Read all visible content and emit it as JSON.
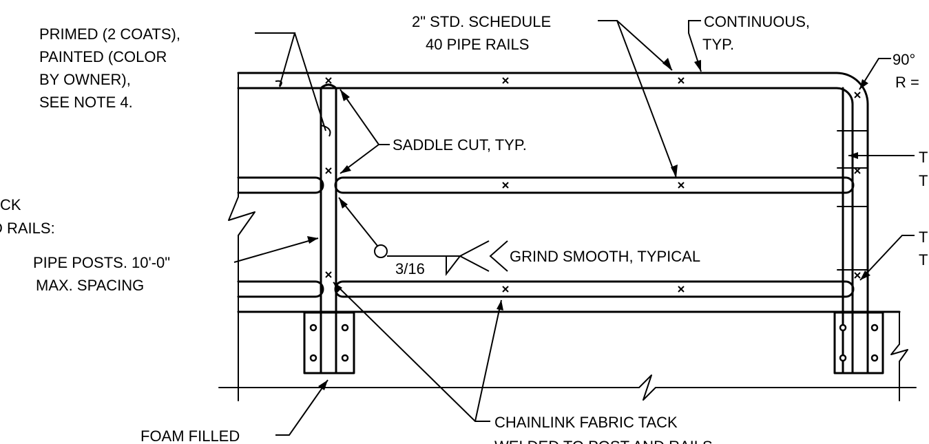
{
  "callouts": {
    "primed_line1": "PRIMED (2 COATS),",
    "primed_line2": "PAINTED (COLOR",
    "primed_line3": "BY OWNER),",
    "primed_line4": "SEE NOTE 4.",
    "pipe_rails_line1": "2\" STD. SCHEDULE",
    "pipe_rails_line2": "40 PIPE RAILS",
    "continuous_line1": "CONTINUOUS,",
    "continuous_line2": "TYP.",
    "bend_line1": "90°",
    "bend_line2": "R =",
    "saddle_cut": "SADDLE CUT, TYP.",
    "left_cut_line1": "CK",
    "left_cut_line2": "D RAILS:",
    "posts_line1": "PIPE POSTS. 10'-0\"",
    "posts_line2": "MAX. SPACING",
    "grind": "GRIND SMOOTH, TYPICAL",
    "weld_size": "3/16",
    "right_t1": "T",
    "right_t2": "T",
    "right_t3": "T",
    "right_t4": "T",
    "foam": "FOAM FILLED",
    "chainlink_line1": "CHAINLINK FABRIC TACK",
    "chainlink_line2": "WELDED TO POST AND RAILS"
  }
}
